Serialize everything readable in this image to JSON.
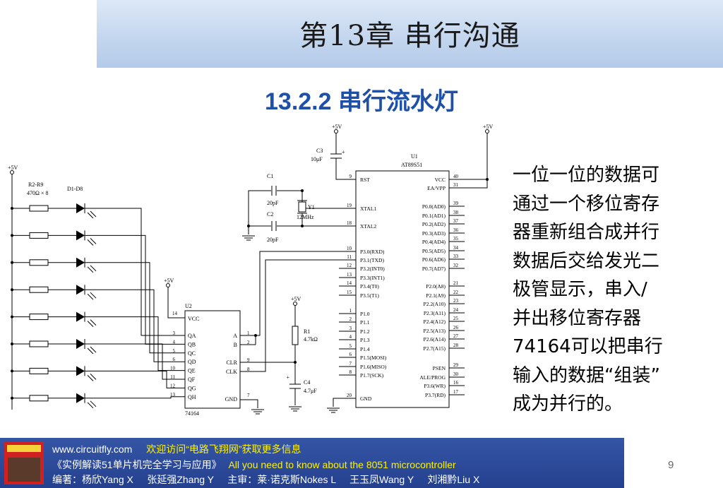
{
  "header": {
    "title": "第13章  串行沟通"
  },
  "section": {
    "title": "13.2.2 串行流水灯"
  },
  "description": {
    "lines": [
      "一位一位的数据可",
      "通过一个移位寄存",
      "器重新组合成并行",
      "数据后交给发光二",
      "极管显示，串入/",
      "并出移位寄存器",
      "74164可以把串行",
      "输入的数据“组装”",
      "成为并行的。"
    ]
  },
  "schematic": {
    "supply_label": "+5V",
    "resistors_label": "R2-R9",
    "resistors_value": "470Ω × 8",
    "leds_label": "D1-D8",
    "c3_label": "C3",
    "c3_value": "10μF",
    "c1_label": "C1",
    "c1_value": "20pF",
    "c2_label": "C2",
    "c2_value": "20pF",
    "crystal_label": "Y1",
    "crystal_value": "12MHz",
    "r1_label": "R1",
    "r1_value": "4.7kΩ",
    "c4_label": "C4",
    "c4_value": "4.7μF",
    "u1_label": "U1",
    "u1_part": "AT89S51",
    "u2_label": "U2",
    "u2_part": "74164",
    "u2_vcc": "VCC",
    "u2_gnd": "GND",
    "u2_pin_vcc": "14",
    "u2_pin_gnd": "7",
    "u2_left_pins": [
      {
        "num": "3",
        "name": "QA"
      },
      {
        "num": "4",
        "name": "QB"
      },
      {
        "num": "5",
        "name": "QC"
      },
      {
        "num": "6",
        "name": "QD"
      },
      {
        "num": "10",
        "name": "QE"
      },
      {
        "num": "11",
        "name": "QF"
      },
      {
        "num": "12",
        "name": "QG"
      },
      {
        "num": "13",
        "name": "QH"
      }
    ],
    "u2_right_pins": [
      {
        "num": "1",
        "name": "A"
      },
      {
        "num": "2",
        "name": "B"
      },
      {
        "num": "9",
        "name": "CLR"
      },
      {
        "num": "8",
        "name": "CLK"
      }
    ],
    "u1_left_pins": [
      {
        "num": "9",
        "name": "RST"
      },
      {
        "num": "19",
        "name": "XTAL1"
      },
      {
        "num": "18",
        "name": "XTAL2"
      },
      {
        "num": "10",
        "name": "P3.0(RXD)"
      },
      {
        "num": "11",
        "name": "P3.1(TXD)"
      },
      {
        "num": "12",
        "name": "P3.2(INT0)"
      },
      {
        "num": "13",
        "name": "P3.3(INT1)"
      },
      {
        "num": "14",
        "name": "P3.4(T0)"
      },
      {
        "num": "15",
        "name": "P3.5(T1)"
      },
      {
        "num": "1",
        "name": "P1.0"
      },
      {
        "num": "2",
        "name": "P1.1"
      },
      {
        "num": "3",
        "name": "P1.2"
      },
      {
        "num": "4",
        "name": "P1.3"
      },
      {
        "num": "5",
        "name": "P1.4"
      },
      {
        "num": "6",
        "name": "P1.5(MOSI)"
      },
      {
        "num": "7",
        "name": "P1.6(MISO)"
      },
      {
        "num": "8",
        "name": "P1.7(SCK)"
      },
      {
        "num": "20",
        "name": "GND"
      }
    ],
    "u1_right_pins": [
      {
        "num": "40",
        "name": "VCC"
      },
      {
        "num": "31",
        "name": "EA/VPP"
      },
      {
        "num": "39",
        "name": "P0.0(AD0)"
      },
      {
        "num": "38",
        "name": "P0.1(AD1)"
      },
      {
        "num": "37",
        "name": "P0.2(AD2)"
      },
      {
        "num": "36",
        "name": "P0.3(AD3)"
      },
      {
        "num": "35",
        "name": "P0.4(AD4)"
      },
      {
        "num": "34",
        "name": "P0.5(AD5)"
      },
      {
        "num": "33",
        "name": "P0.6(AD6)"
      },
      {
        "num": "32",
        "name": "P0.7(AD7)"
      },
      {
        "num": "21",
        "name": "P2.0(A8)"
      },
      {
        "num": "22",
        "name": "P2.1(A9)"
      },
      {
        "num": "23",
        "name": "P2.2(A10)"
      },
      {
        "num": "24",
        "name": "P2.3(A11)"
      },
      {
        "num": "25",
        "name": "P2.4(A12)"
      },
      {
        "num": "26",
        "name": "P2.5(A13)"
      },
      {
        "num": "27",
        "name": "P2.6(A14)"
      },
      {
        "num": "28",
        "name": "P2.7(A15)"
      },
      {
        "num": "29",
        "name": "PSEN"
      },
      {
        "num": "30",
        "name": "ALE/PROG"
      },
      {
        "num": "16",
        "name": "P3.6(WR)"
      },
      {
        "num": "17",
        "name": "P3.7(RD)"
      }
    ]
  },
  "footer": {
    "site": "www.circuitfly.com",
    "welcome": "欢迎访问“电路飞翔网”获取更多信息",
    "book_cn": "《实例解读51单片机完全学习与应用》",
    "book_en": "All you need to know about the 8051 microcontroller",
    "credits": "编著：杨欣Yang X     张延强Zhang Y     主审：莱·诺克斯Nokes L     王玉凤Wang Y     刘湘黔Liu X"
  },
  "page": {
    "number": "9"
  }
}
